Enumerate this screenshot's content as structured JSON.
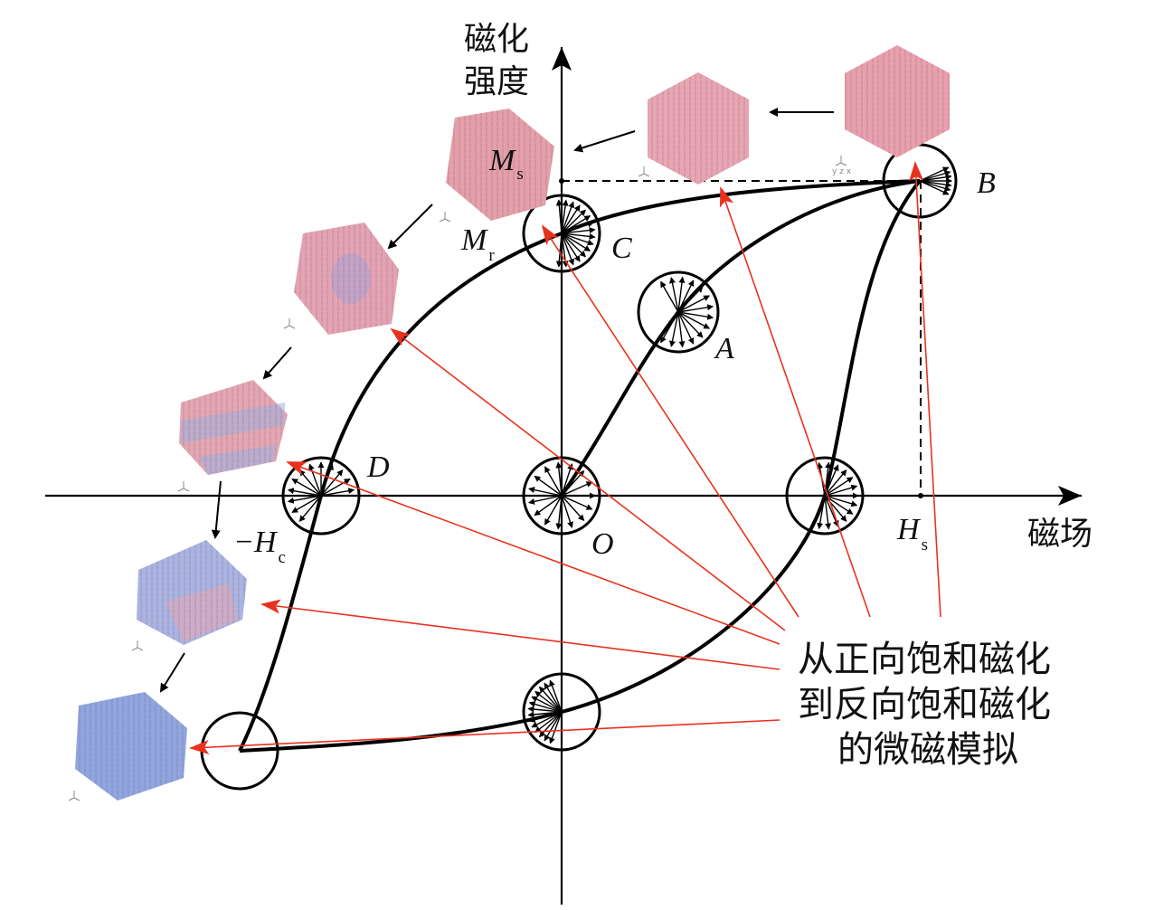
{
  "axes": {
    "y_label_line1": "磁化",
    "y_label_line2": "强度",
    "x_label": "磁场"
  },
  "points": {
    "Ms": {
      "main": "M",
      "sub": "s"
    },
    "Mr": {
      "main": "M",
      "sub": "r"
    },
    "Hs": {
      "main": "H",
      "sub": "s"
    },
    "Hc": {
      "main": "−H",
      "sub": "c"
    },
    "A": "A",
    "B": "B",
    "C": "C",
    "D": "D",
    "O": "O"
  },
  "annotation": {
    "line1": "从正向饱和磁化",
    "line2": "到反向饱和磁化",
    "line3": "的微磁模拟"
  },
  "triad_label": "y z x",
  "colors": {
    "curve": "#000000",
    "axis": "#000000",
    "pointer": "#e8321e",
    "cube_red": "#e7a0ad",
    "cube_blue": "#8fa6e0"
  }
}
